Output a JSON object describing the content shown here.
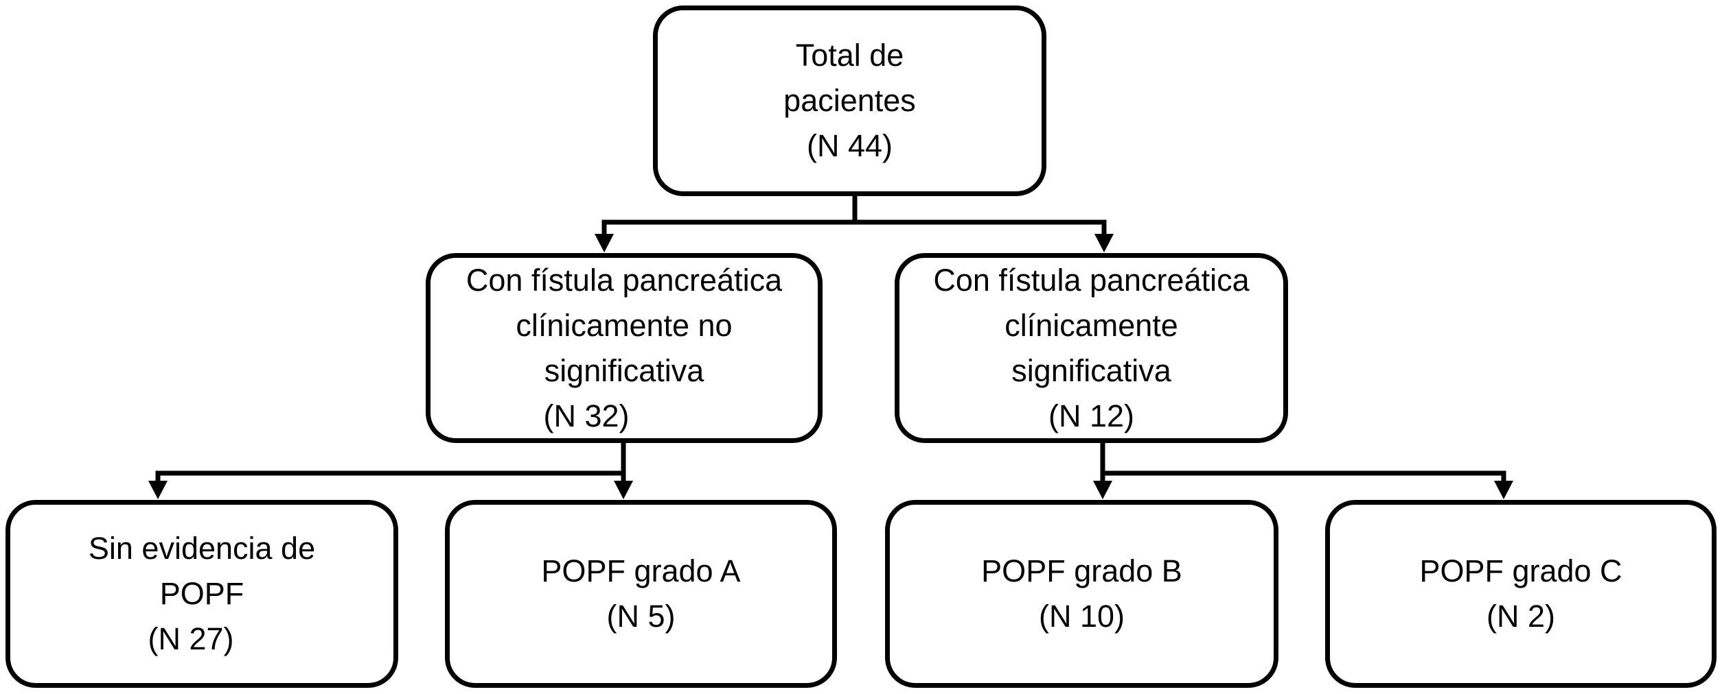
{
  "diagram": {
    "nodes": {
      "total": {
        "lines": [
          "Total de",
          "pacientes"
        ],
        "count": "(N 44)"
      },
      "no_significativa": {
        "lines": [
          "Con fístula pancreática",
          "clínicamente no",
          "significativa"
        ],
        "count": "(N 32)"
      },
      "significativa": {
        "lines": [
          "Con fístula pancreática",
          "clínicamente",
          "significativa"
        ],
        "count": "(N 12)"
      },
      "sin_evidencia": {
        "lines": [
          "Sin evidencia de",
          "POPF"
        ],
        "count": "(N 27)"
      },
      "grado_a": {
        "lines": [
          "POPF grado A"
        ],
        "count": "(N 5)"
      },
      "grado_b": {
        "lines": [
          "POPF grado B"
        ],
        "count": "(N 10)"
      },
      "grado_c": {
        "lines": [
          "POPF grado C"
        ],
        "count": "(N 2)"
      }
    },
    "edges": [
      {
        "from": "total",
        "to": "no_significativa"
      },
      {
        "from": "total",
        "to": "significativa"
      },
      {
        "from": "no_significativa",
        "to": "sin_evidencia"
      },
      {
        "from": "no_significativa",
        "to": "grado_a"
      },
      {
        "from": "significativa",
        "to": "grado_b"
      },
      {
        "from": "significativa",
        "to": "grado_c"
      }
    ],
    "colors": {
      "stroke": "#000000",
      "background": "#ffffff",
      "text": "#000000"
    }
  }
}
